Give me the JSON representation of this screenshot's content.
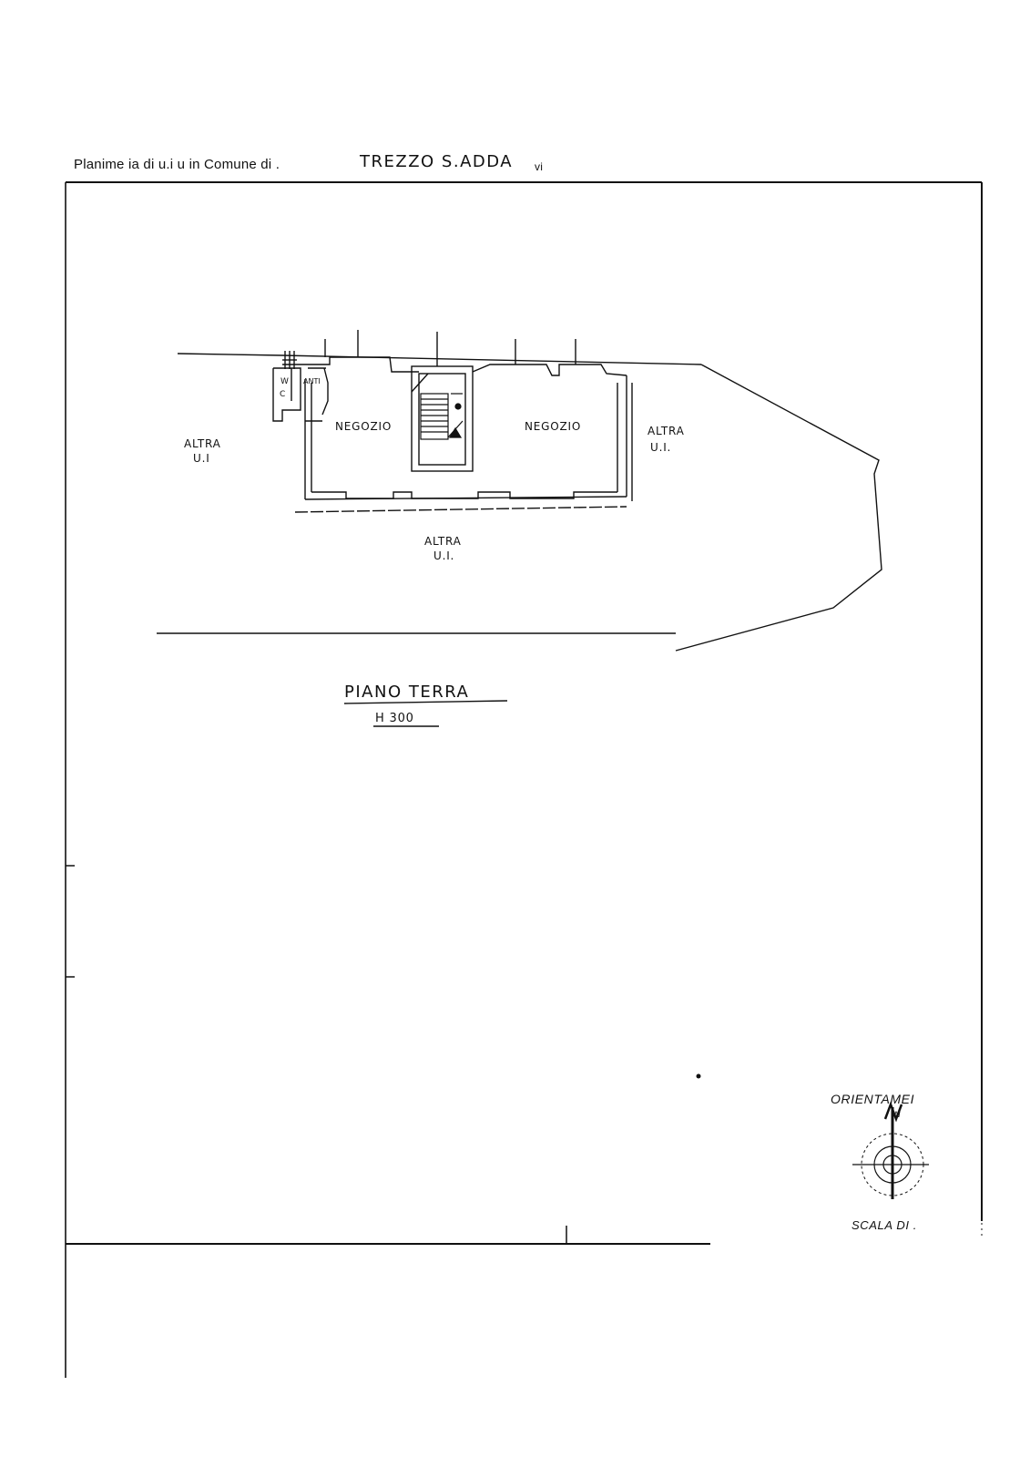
{
  "header": {
    "label": "Planime ia di u.i u in Comune di .",
    "comune": "TREZZO S.ADDA",
    "suffix": "vi"
  },
  "plan": {
    "rooms": {
      "wc_line1": "W",
      "wc_line2": "C",
      "anti": "ANTI",
      "negozio_left": "NEGOZIO",
      "negozio_right": "NEGOZIO"
    },
    "other_units": {
      "left": {
        "line1": "ALTRA",
        "line2": "U.I"
      },
      "right": {
        "line1": "ALTRA",
        "line2": "U.I."
      },
      "bottom": {
        "line1": "ALTRA",
        "line2": "U.I."
      }
    },
    "floor_title": "PIANO TERRA",
    "height": "H 300"
  },
  "legend": {
    "orientation": "ORIENTAMEI",
    "north_marker": "N",
    "scale": "SCALA DI ."
  }
}
